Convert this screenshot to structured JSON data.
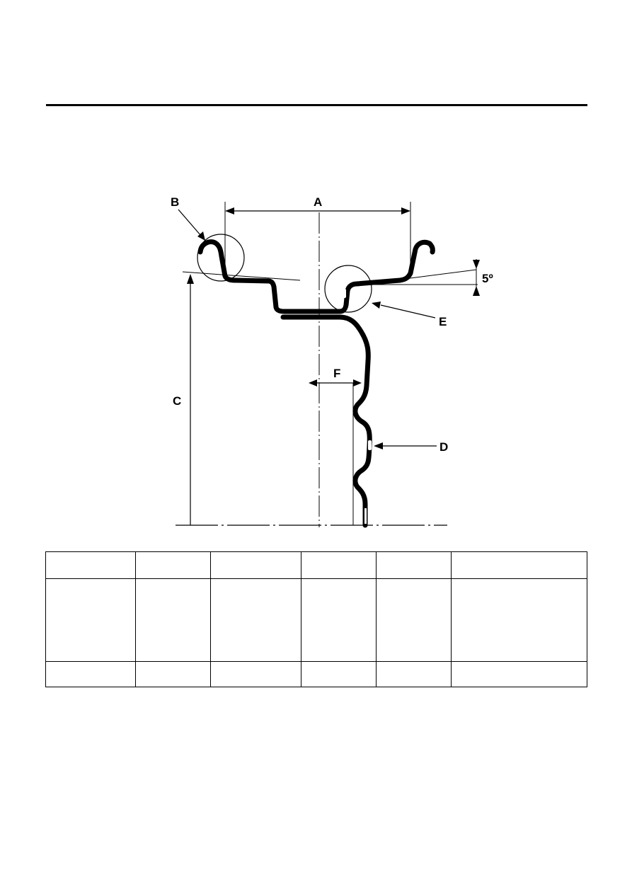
{
  "figure": {
    "labels": {
      "a": "A",
      "b": "B",
      "c": "C",
      "d": "D",
      "e": "E",
      "f": "F",
      "angle": "5º"
    }
  },
  "table": {
    "rows": [
      [
        "",
        "",
        "",
        "",
        "",
        ""
      ],
      [
        "",
        "",
        "",
        "",
        "",
        ""
      ],
      [
        "",
        "",
        "",
        "",
        "",
        ""
      ]
    ]
  }
}
